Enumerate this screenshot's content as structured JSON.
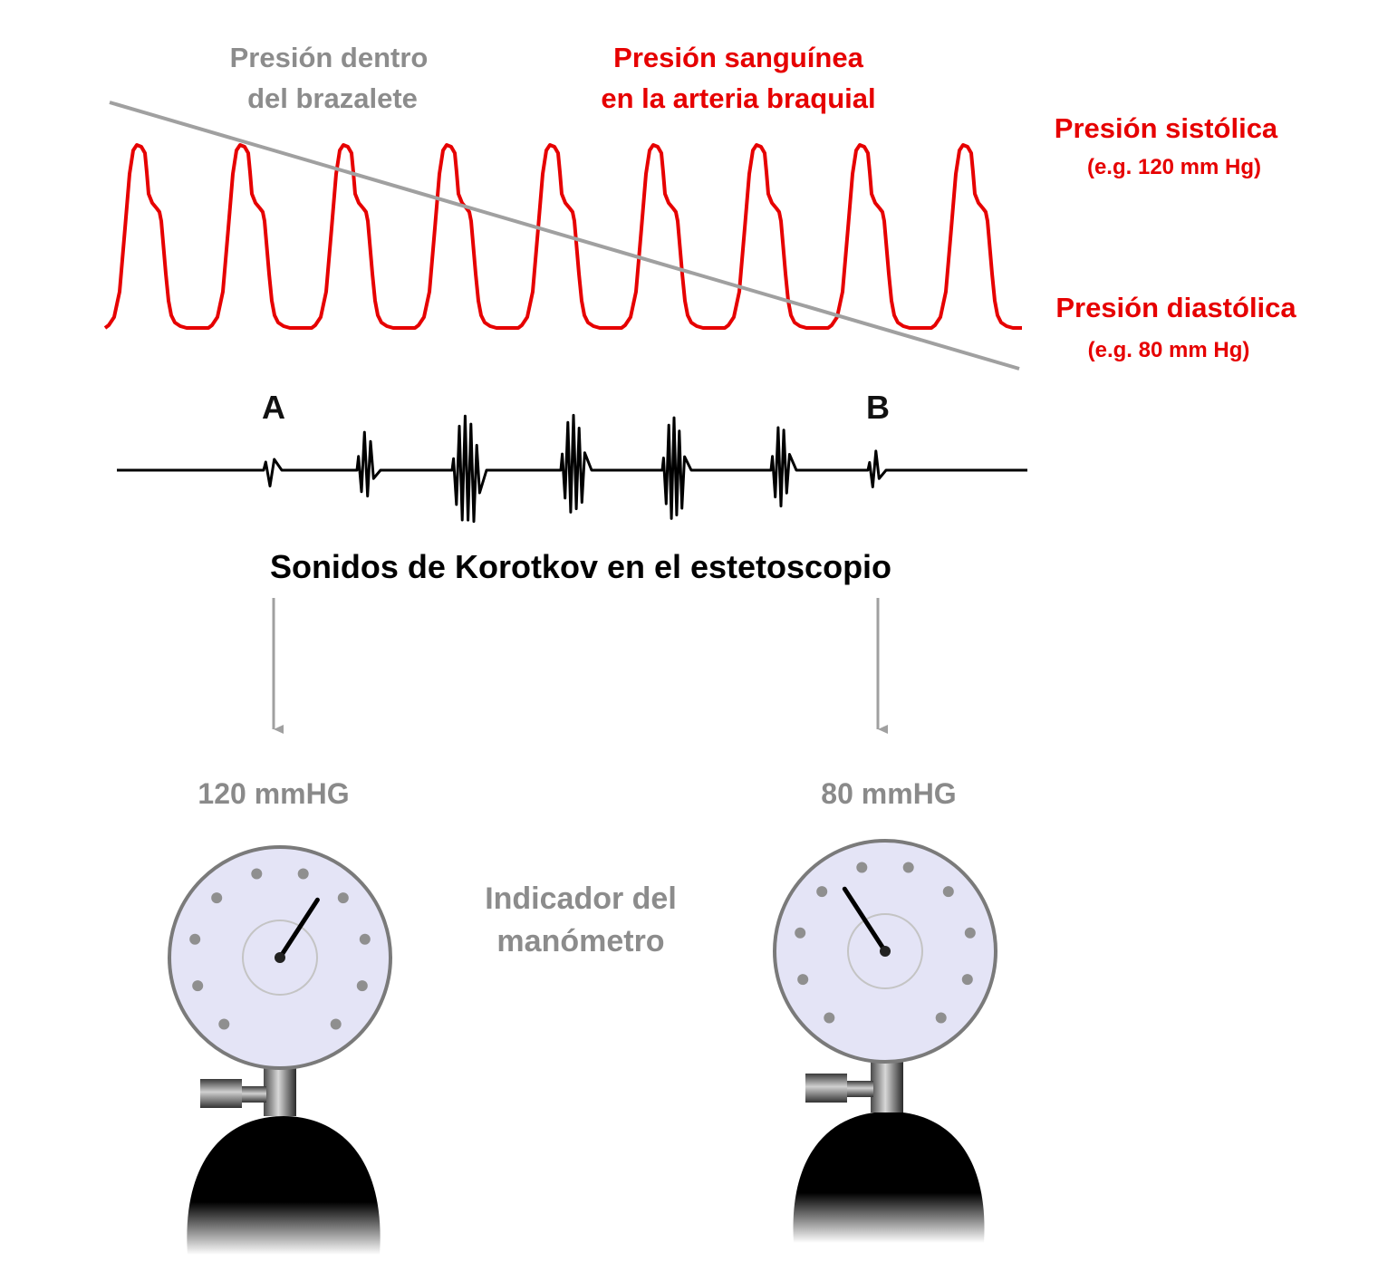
{
  "labels": {
    "cuff_pressure": [
      "Presión dentro",
      "del brazalete"
    ],
    "blood_pressure": [
      "Presión sanguínea",
      "en la arteria braquial"
    ],
    "systolic": "Presión sistólica",
    "systolic_example": "(e.g. 120 mm Hg)",
    "diastolic": "Presión diastólica",
    "diastolic_example": "(e.g. 80 mm Hg)",
    "point_a": "A",
    "point_b": "B",
    "korotkov_caption": "Sonidos de Korotkov en el estetoscopio",
    "gauge_indicator": [
      "Indicador del",
      "manómetro"
    ]
  },
  "gauges": [
    {
      "reading": "120 mmHG",
      "pressure_mmHg": 120
    },
    {
      "reading": "80 mmHG",
      "pressure_mmHg": 80
    }
  ],
  "colors": {
    "blood_wave": "#e60000",
    "cuff_line": "#a0a0a0",
    "arrows": "#a0a0a0",
    "gauge_face": "#e4e4f6",
    "bulb": "#000000",
    "sound_trace": "#000000"
  }
}
